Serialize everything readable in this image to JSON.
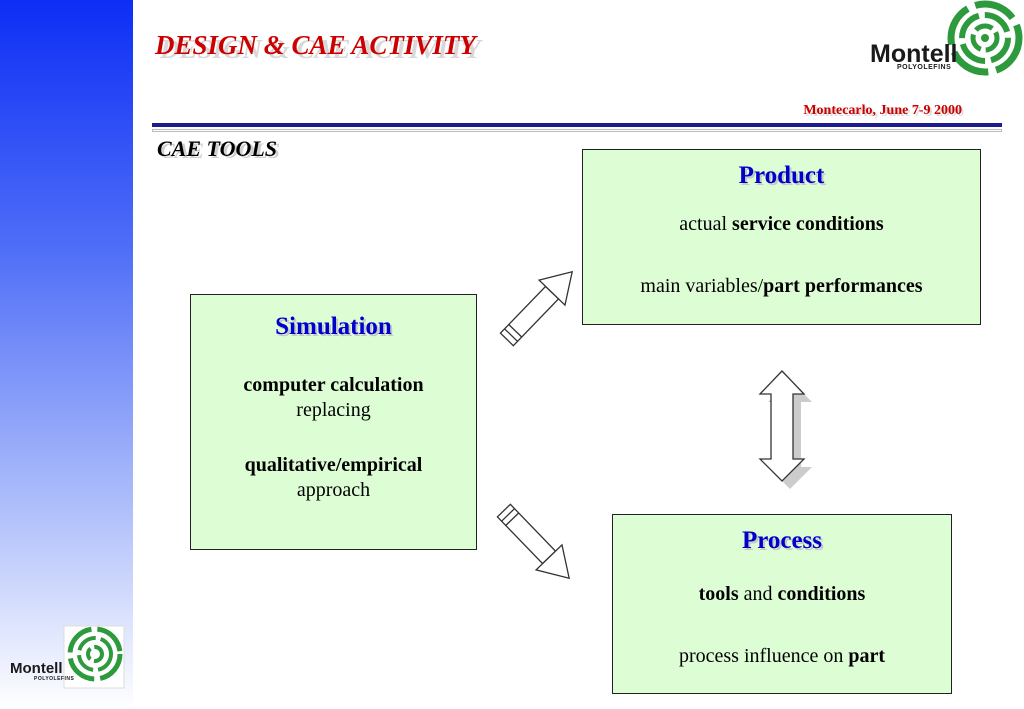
{
  "header": {
    "title": "DESIGN & CAE ACTIVITY",
    "date": "Montecarlo, June 7-9 2000",
    "section": "CAE TOOLS"
  },
  "logo": {
    "name": "Montell",
    "tagline": "POLYOLEFINS"
  },
  "boxes": {
    "product": {
      "title": "Product",
      "line1_normal": "actual ",
      "line1_bold": "service conditions",
      "line2_normal": "main variables/",
      "line2_bold": "part performances"
    },
    "simulation": {
      "title": "Simulation",
      "line1_bold": "computer calculation",
      "line2_normal": "replacing",
      "line3_bold": "qualitative/empirical",
      "line4_normal": "approach"
    },
    "process": {
      "title": "Process",
      "line1_bold_a": "tools",
      "line1_normal": " and ",
      "line1_bold_b": "conditions",
      "line2_normal": "process influence on ",
      "line2_bold": "part"
    }
  },
  "colors": {
    "title_red": "#cc0000",
    "box_fill": "#ddfed5",
    "box_title_blue": "#0000cc",
    "rule_navy": "#1d1d90",
    "logo_green": "#2e9a3e"
  }
}
